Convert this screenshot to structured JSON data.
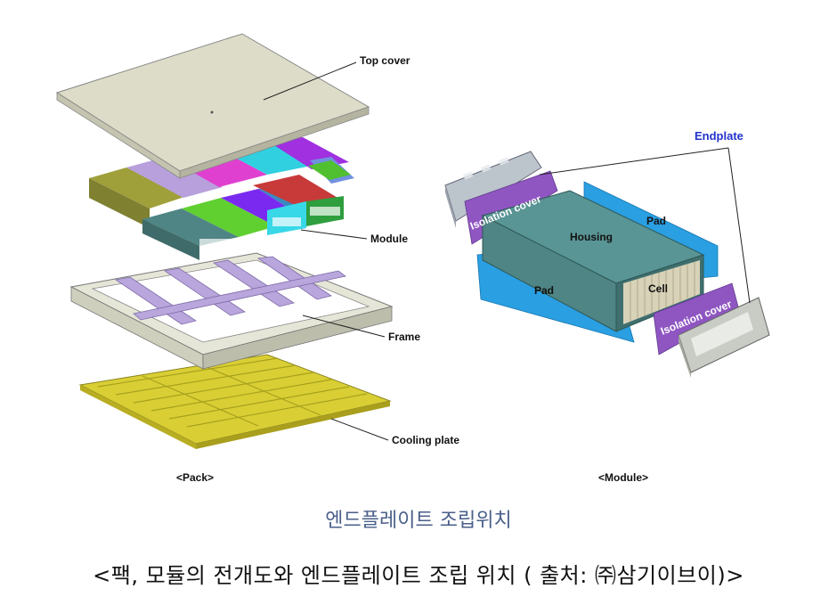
{
  "labels": {
    "top_cover": "Top cover",
    "module": "Module",
    "frame": "Frame",
    "cooling_plate": "Cooling plate",
    "pack_caption": "<Pack>",
    "endplate": "Endplate",
    "isolation_cover_left": "Isolation cover",
    "isolation_cover_right": "Isolation cover",
    "housing": "Housing",
    "pad_top": "Pad",
    "pad_bottom": "Pad",
    "cell": "Cell",
    "module_caption": "<Module>"
  },
  "captions": {
    "title": "엔드플레이트 조립위치",
    "subtitle": "<팩, 모듈의 전개도와 엔드플레이트 조립 위치 ( 출처: ㈜삼기이브이)>"
  },
  "colors": {
    "top_cover": "#dcdcc8",
    "frame": "#e6e6d8",
    "frame_bar": "#b8a6dc",
    "cooling_plate": "#d9cf34",
    "housing": "#4f8584",
    "pad": "#2a9fe2",
    "isolation_cover": "#8f56c2",
    "endplate": "#bcc4cc",
    "cell": "#d8d2b8",
    "endplate_label": "#2233cc",
    "caption_title": "#4a5f8a"
  }
}
